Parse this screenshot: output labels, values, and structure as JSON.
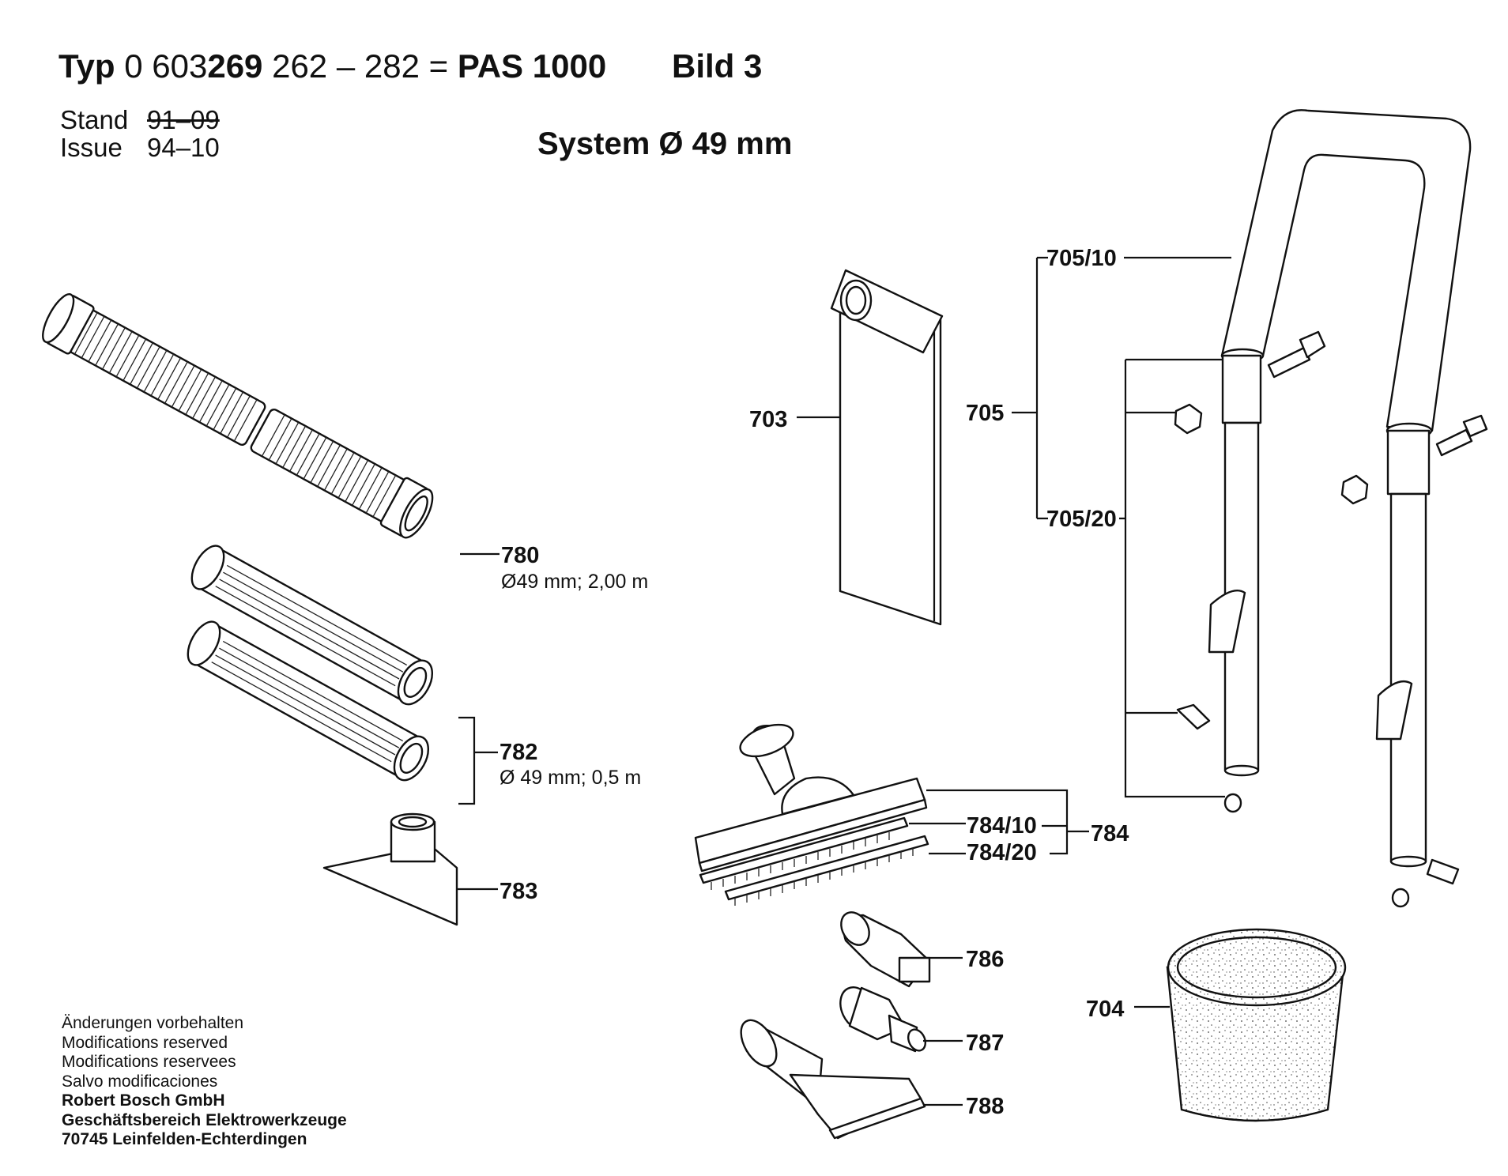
{
  "header": {
    "typ_word": "Typ",
    "typ_prefix": "0 603",
    "typ_model": "269",
    "typ_range": "262 – 282",
    "equals": "=",
    "product": "PAS 1000",
    "figure": "Bild 3",
    "stand_label": "Stand",
    "stand_value": "91–09",
    "issue_label": "Issue",
    "issue_value": "94–10",
    "system": "System Ø 49 mm"
  },
  "parts": {
    "p780": {
      "number": "780",
      "spec": "Ø49 mm; 2,00 m"
    },
    "p782": {
      "number": "782",
      "spec": "Ø 49 mm; 0,5 m"
    },
    "p783": {
      "number": "783"
    },
    "p703": {
      "number": "703"
    },
    "p705": {
      "number": "705"
    },
    "p705_10": {
      "number": "705/10"
    },
    "p705_20": {
      "number": "705/20"
    },
    "p784": {
      "number": "784"
    },
    "p784_10": {
      "number": "784/10"
    },
    "p784_20": {
      "number": "784/20"
    },
    "p786": {
      "number": "786"
    },
    "p787": {
      "number": "787"
    },
    "p788": {
      "number": "788"
    },
    "p704": {
      "number": "704"
    }
  },
  "footer": {
    "line1": "Änderungen vorbehalten",
    "line2": "Modifications reserved",
    "line3": "Modifications reservees",
    "line4": "Salvo modificaciones",
    "company": "Robert Bosch GmbH",
    "division": "Geschäftsbereich Elektrowerkzeuge",
    "address": "70745 Leinfelden-Echterdingen"
  }
}
